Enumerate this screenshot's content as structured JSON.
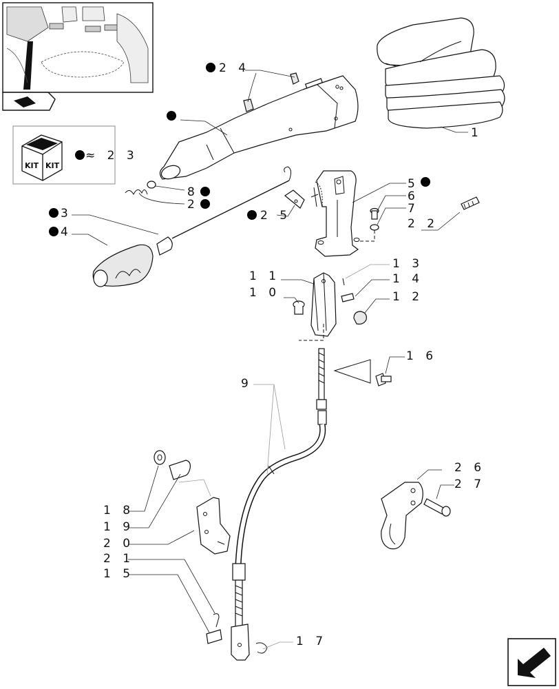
{
  "callouts": [
    {
      "id": "c24",
      "dot": true,
      "text": "2 4"
    },
    {
      "id": "c1",
      "dot": false,
      "text": "1"
    },
    {
      "id": "clever",
      "dot": true,
      "text": ""
    },
    {
      "id": "c23",
      "dot": true,
      "text": "≈ 2 3"
    },
    {
      "id": "c8",
      "dot": true,
      "text": "8"
    },
    {
      "id": "c2",
      "dot": true,
      "text": "2"
    },
    {
      "id": "c25",
      "dot": true,
      "text": "2 5"
    },
    {
      "id": "c5",
      "dot": true,
      "text": "5"
    },
    {
      "id": "c6",
      "dot": false,
      "text": "6"
    },
    {
      "id": "c7",
      "dot": false,
      "text": "7"
    },
    {
      "id": "c22",
      "dot": false,
      "text": "2 2"
    },
    {
      "id": "c3",
      "dot": true,
      "text": "3"
    },
    {
      "id": "c4",
      "dot": true,
      "text": "4"
    },
    {
      "id": "c11",
      "dot": false,
      "text": "1 1"
    },
    {
      "id": "c10",
      "dot": false,
      "text": "1 0"
    },
    {
      "id": "c13",
      "dot": false,
      "text": "1 3"
    },
    {
      "id": "c14",
      "dot": false,
      "text": "1 4"
    },
    {
      "id": "c12",
      "dot": false,
      "text": "1 2"
    },
    {
      "id": "c16",
      "dot": false,
      "text": "1 6"
    },
    {
      "id": "c9",
      "dot": false,
      "text": "9"
    },
    {
      "id": "c26",
      "dot": false,
      "text": "2 6"
    },
    {
      "id": "c27",
      "dot": false,
      "text": "2 7"
    },
    {
      "id": "c18",
      "dot": false,
      "text": "1 8"
    },
    {
      "id": "c19",
      "dot": false,
      "text": "1 9"
    },
    {
      "id": "c20",
      "dot": false,
      "text": "2 0"
    },
    {
      "id": "c21",
      "dot": false,
      "text": "2 1"
    },
    {
      "id": "c15",
      "dot": false,
      "text": "1 5"
    },
    {
      "id": "c17",
      "dot": false,
      "text": "1 7"
    }
  ],
  "kit_box": {
    "label_left": "KIT",
    "label_right": "KIT"
  },
  "colors": {
    "ink": "#111111",
    "dot": "#000000",
    "leader_grey": "#999999"
  }
}
